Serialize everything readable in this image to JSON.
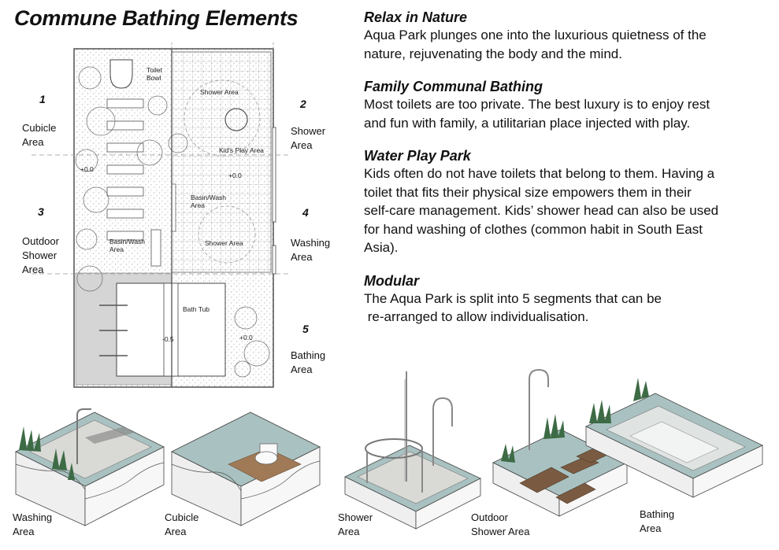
{
  "title": "Commune Bathing Elements",
  "zones": [
    {
      "num": "1",
      "label_1": "Cubicle",
      "label_2": "Area"
    },
    {
      "num": "2",
      "label_1": "Shower",
      "label_2": "Area"
    },
    {
      "num": "3",
      "label_1": "Outdoor",
      "label_2": "Shower",
      "label_3": "Area"
    },
    {
      "num": "4",
      "label_1": "Washing",
      "label_2": "Area"
    },
    {
      "num": "5",
      "label_1": "Bathing",
      "label_2": "Area"
    }
  ],
  "plan_labels": {
    "toilet_1": "Toilet",
    "toilet_2": "Bowl",
    "shower_area_top": "Shower Area",
    "kids_play_area": "Kid's Play Area",
    "level_left": "+0.0",
    "level_center": "+0.0",
    "basin_wash_upper_1": "Basin/Wash",
    "basin_wash_upper_2": "Area",
    "shower_area_lower": "Shower Area",
    "basin_wash_lower_1": "Basin/Wash",
    "basin_wash_lower_2": "Area",
    "bath_tub": "Bath Tub",
    "level_tub": "-0.5",
    "level_bath": "+0.0"
  },
  "sections": [
    {
      "heading": "Relax in Nature",
      "lines": [
        "Aqua Park plunges one into the luxurious quietness of the",
        "nature, rejuvenating the body and the mind."
      ]
    },
    {
      "heading": "Family Communal Bathing",
      "lines": [
        "Most toilets are too private. The best luxury is to enjoy rest",
        "and fun with family, a utilitarian place injected with play."
      ]
    },
    {
      "heading": "Water Play Park",
      "lines": [
        "Kids often do not have toilets that belong to them. Having a",
        "toilet that fits their physical size empowers them in their",
        "self-care management. Kids’ shower head can also be used",
        "for hand washing of clothes (common habit in South East",
        "Asia)."
      ]
    },
    {
      "heading": "Modular",
      "lines": [
        "The Aqua Park is split into 5 segments that can be",
        " re-arranged to allow individualisation."
      ]
    }
  ],
  "iso_modules": [
    {
      "label_1": "Washing",
      "label_2": "Area"
    },
    {
      "label_1": "Cubicle",
      "label_2": "Area"
    },
    {
      "label_1": "Shower",
      "label_2": "Area"
    },
    {
      "label_1": "Outdoor",
      "label_2": "Shower Area"
    },
    {
      "label_1": "Bathing",
      "label_2": "Area"
    }
  ],
  "colors": {
    "pool_teal": "#a9c2c1",
    "tile_grey": "#d9d9d6",
    "wood": "#8a6a4e",
    "plant_green": "#3d6b45",
    "plan_line": "#555555"
  }
}
